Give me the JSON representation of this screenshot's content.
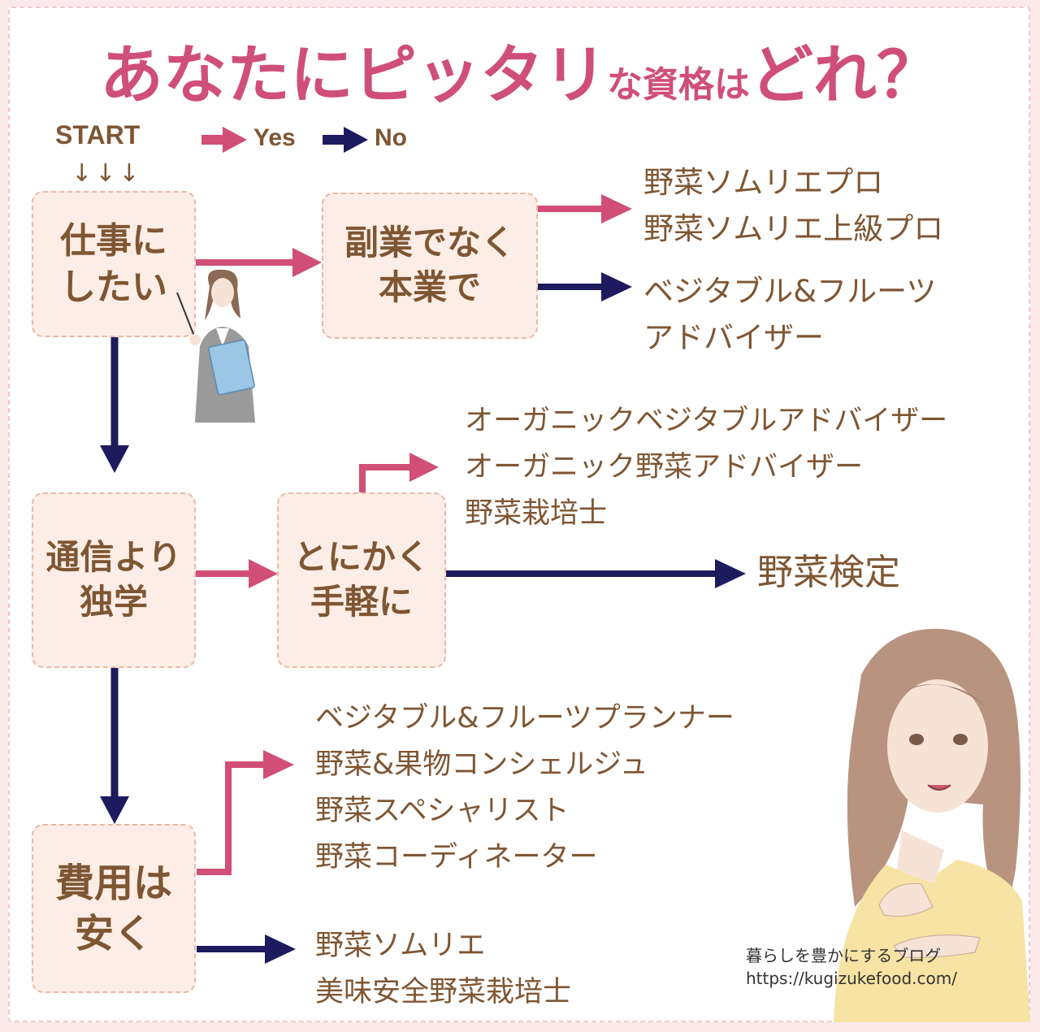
{
  "title": {
    "part1": "あなたにピッタリ",
    "part2": "な資格は",
    "part3": "どれ？"
  },
  "legend": {
    "start": "START",
    "start_arrows": "↓↓↓",
    "yes": "Yes",
    "no": "No"
  },
  "boxes": {
    "q1": "仕事に\nしたい",
    "q2": "副業でなく\n本業で",
    "q3": "通信より\n独学",
    "q4": "とにかく\n手軽に",
    "q5": "費用は\n安く"
  },
  "results": {
    "r1": [
      "野菜ソムリエプロ",
      "野菜ソムリエ上級プロ"
    ],
    "r2": [
      "ベジタブル&フルーツ",
      "アドバイザー"
    ],
    "r3": [
      "オーガニックベジタブルアドバイザー",
      "オーガニック野菜アドバイザー",
      "野菜栽培士"
    ],
    "r4": [
      "野菜検定"
    ],
    "r5": [
      "ベジタブル&フルーツプランナー",
      "野菜&果物コンシェルジュ",
      "野菜スペシャリスト",
      "野菜コーディネーター"
    ],
    "r6": [
      "野菜ソムリエ",
      "美味安全野菜栽培士"
    ]
  },
  "credit": {
    "line1": "暮らしを豊かにするブログ",
    "line2": "https://kugizukefood.com/"
  },
  "colors": {
    "yes": "#d14e76",
    "no": "#1e1a5e",
    "title": "#cf4e7a",
    "text": "#7f5633",
    "box_bg": "#fceee6"
  }
}
